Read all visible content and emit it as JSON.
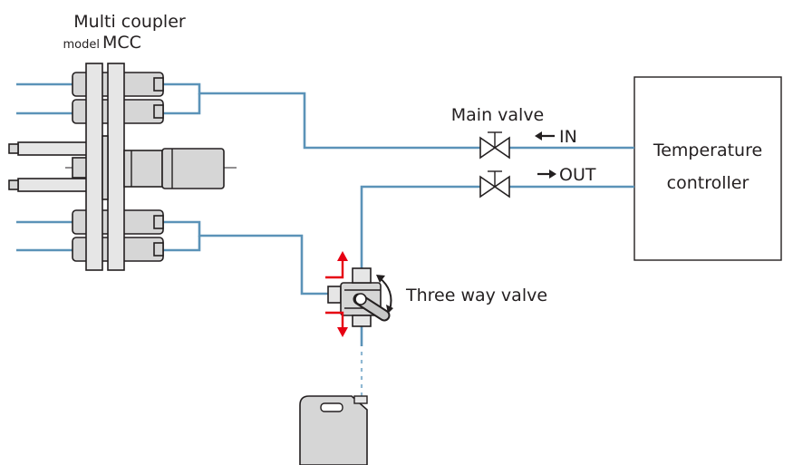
{
  "coupler": {
    "title": "Multi coupler",
    "model_prefix": "model",
    "model_name": "MCC"
  },
  "controller": {
    "line1": "Temperature",
    "line2": "controller"
  },
  "main_valve": {
    "label": "Main valve"
  },
  "flow": {
    "in_label": "IN",
    "out_label": "OUT"
  },
  "three_way_valve": {
    "label": "Three way valve"
  },
  "colors": {
    "pipe": "#5b93b8",
    "arrow": "#e60012",
    "outline": "#231f20",
    "part_fill": "#d6d6d6"
  }
}
